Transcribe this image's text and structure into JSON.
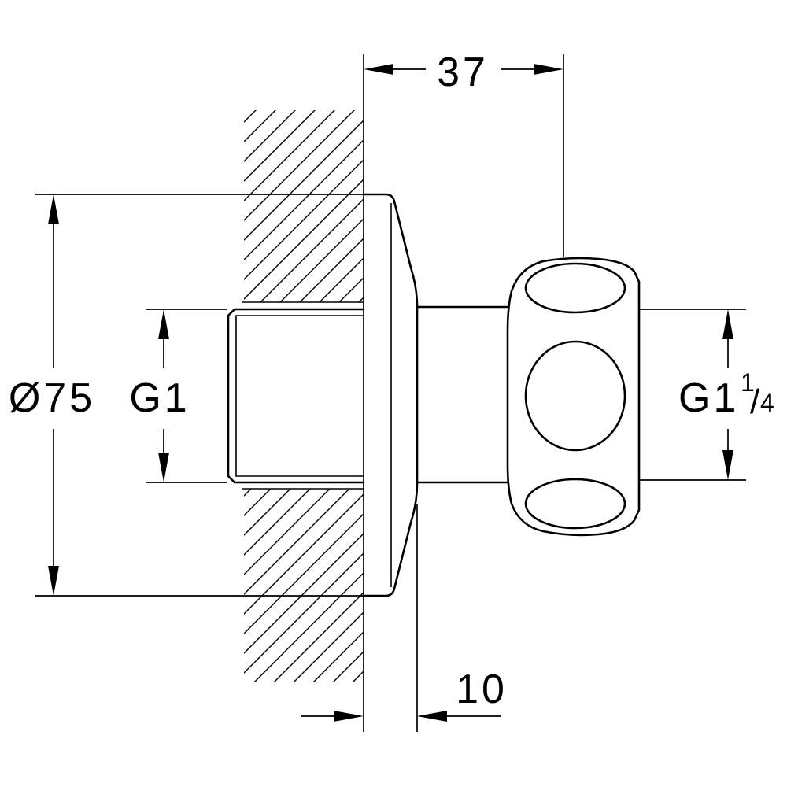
{
  "dimensions": {
    "overall_length": "37",
    "rosette_offset": "10",
    "rosette_diameter": "Ø75",
    "inlet_thread": "G1",
    "outlet_thread": {
      "base": "G1",
      "numerator": "1",
      "slash": "/",
      "denominator": "4"
    }
  },
  "colors": {
    "line": "#000000",
    "background": "#ffffff"
  }
}
